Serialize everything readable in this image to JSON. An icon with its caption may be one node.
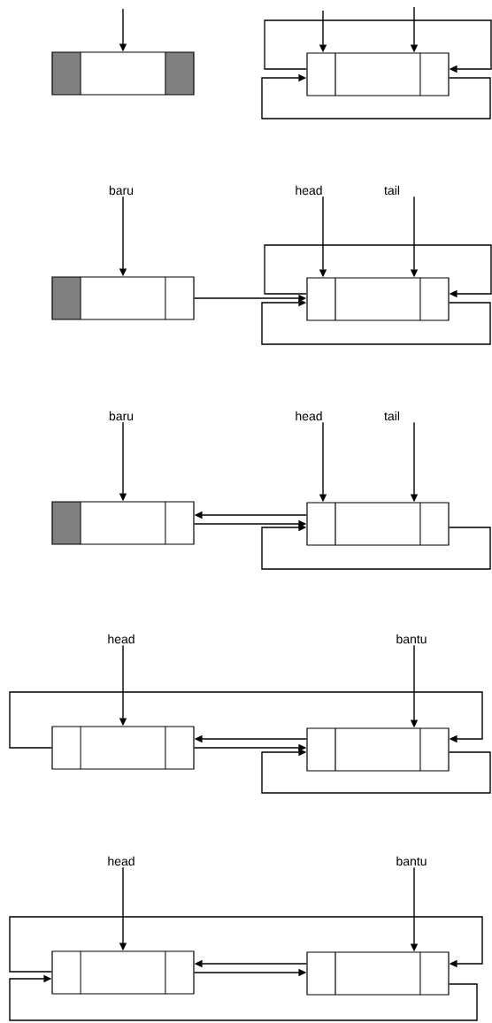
{
  "diagram": {
    "nodes": [
      {
        "text": [],
        "shape": "box"
      },
      {
        "text": [],
        "shape": "box"
      },
      {
        "text": [
          "baru"
        ]
      },
      {
        "text": [
          "head"
        ]
      },
      {
        "text": [
          "tail"
        ]
      },
      {
        "text": [],
        "shape": "box"
      },
      {
        "text": [],
        "shape": "box"
      },
      {
        "text": [
          "baru"
        ]
      },
      {
        "text": [
          "head"
        ]
      },
      {
        "text": [
          "tail"
        ]
      },
      {
        "text": [],
        "shape": "box"
      },
      {
        "text": [],
        "shape": "box"
      },
      {
        "text": [
          "head"
        ]
      },
      {
        "text": [
          "bantu"
        ]
      },
      {
        "text": [],
        "shape": "box"
      },
      {
        "text": [],
        "shape": "box"
      },
      {
        "text": [
          "head"
        ]
      },
      {
        "text": [
          "bantu"
        ]
      },
      {
        "text": [],
        "shape": "box"
      },
      {
        "text": [],
        "shape": "box"
      }
    ],
    "edges": [
      {
        "from": null,
        "to": 0,
        "arrow": "to"
      },
      {
        "from": null,
        "to": 1,
        "arrow": "to"
      },
      {
        "from": null,
        "to": 1,
        "arrow": "to"
      },
      {
        "from": 1,
        "to": 1,
        "arrow": "to"
      },
      {
        "from": 1,
        "to": 1,
        "arrow": "to"
      },
      {
        "from": 2,
        "to": 5,
        "arrow": "to"
      },
      {
        "from": 3,
        "to": 6,
        "arrow": "to"
      },
      {
        "from": 4,
        "to": 6,
        "arrow": "to"
      },
      {
        "from": 5,
        "to": 6,
        "arrow": "to"
      },
      {
        "from": 6,
        "to": 6,
        "arrow": "to"
      },
      {
        "from": 6,
        "to": 6,
        "arrow": "to"
      },
      {
        "from": 7,
        "to": 10,
        "arrow": "to"
      },
      {
        "from": 8,
        "to": 11,
        "arrow": "to"
      },
      {
        "from": 9,
        "to": 11,
        "arrow": "to"
      },
      {
        "from": 11,
        "to": 10,
        "arrow": "to"
      },
      {
        "from": 10,
        "to": 11,
        "arrow": "to"
      },
      {
        "from": 11,
        "to": 11,
        "arrow": "to"
      },
      {
        "from": 12,
        "to": 14,
        "arrow": "to"
      },
      {
        "from": 13,
        "to": 15,
        "arrow": "to"
      },
      {
        "from": 14,
        "to": 15,
        "arrow": "to"
      },
      {
        "from": 15,
        "to": 14,
        "arrow": "to"
      },
      {
        "from": 14,
        "to": 15,
        "arrow": "to"
      },
      {
        "from": 15,
        "to": 15,
        "arrow": "to"
      },
      {
        "from": 16,
        "to": 18,
        "arrow": "to"
      },
      {
        "from": 17,
        "to": 19,
        "arrow": "to"
      },
      {
        "from": 18,
        "to": 19,
        "arrow": "to"
      },
      {
        "from": 19,
        "to": 18,
        "arrow": "to"
      },
      {
        "from": 18,
        "to": 19,
        "arrow": "to"
      },
      {
        "from": 19,
        "to": 18,
        "arrow": "to"
      }
    ]
  }
}
